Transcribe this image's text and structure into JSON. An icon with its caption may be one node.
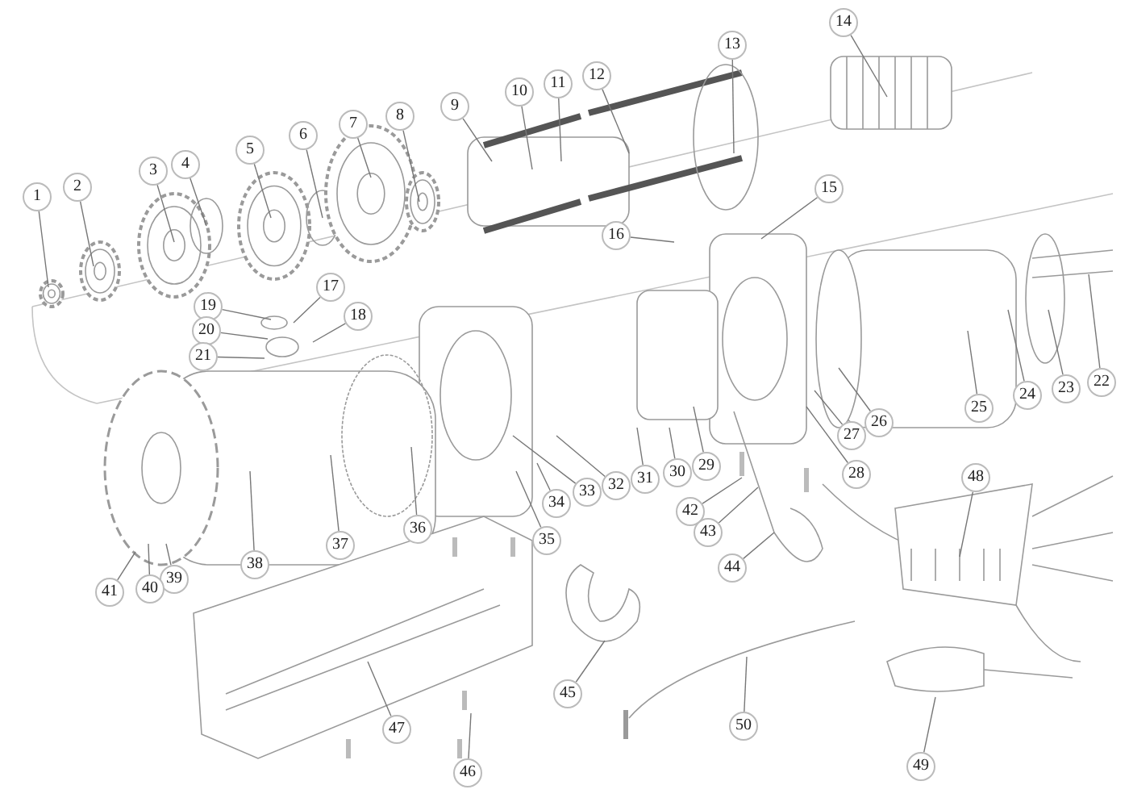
{
  "diagram": {
    "nodes": [
      {
        "text": [
          "1"
        ]
      },
      {
        "text": [
          "2"
        ]
      },
      {
        "text": [
          "3"
        ]
      },
      {
        "text": [
          "4"
        ]
      },
      {
        "text": [
          "5"
        ]
      },
      {
        "text": [
          "6"
        ]
      },
      {
        "text": [
          "7"
        ]
      },
      {
        "text": [
          "8"
        ]
      },
      {
        "text": [
          "9"
        ]
      },
      {
        "text": [
          "10"
        ]
      },
      {
        "text": [
          "11"
        ]
      },
      {
        "text": [
          "12"
        ]
      },
      {
        "text": [
          "13"
        ]
      },
      {
        "text": [
          "14"
        ]
      },
      {
        "text": [
          "15"
        ]
      },
      {
        "text": [
          "16"
        ]
      },
      {
        "text": [
          "17"
        ]
      },
      {
        "text": [
          "18"
        ]
      },
      {
        "text": [
          "19"
        ]
      },
      {
        "text": [
          "20"
        ]
      },
      {
        "text": [
          "21"
        ]
      },
      {
        "text": [
          "22"
        ]
      },
      {
        "text": [
          "23"
        ]
      },
      {
        "text": [
          "24"
        ]
      },
      {
        "text": [
          "25"
        ]
      },
      {
        "text": [
          "26"
        ]
      },
      {
        "text": [
          "27"
        ]
      },
      {
        "text": [
          "28"
        ]
      },
      {
        "text": [
          "29"
        ]
      },
      {
        "text": [
          "30"
        ]
      },
      {
        "text": [
          "31"
        ]
      },
      {
        "text": [
          "32"
        ]
      },
      {
        "text": [
          "33"
        ]
      },
      {
        "text": [
          "34"
        ]
      },
      {
        "text": [
          "35"
        ]
      },
      {
        "text": [
          "36"
        ]
      },
      {
        "text": [
          "37"
        ]
      },
      {
        "text": [
          "38"
        ]
      },
      {
        "text": [
          "39"
        ]
      },
      {
        "text": [
          "40"
        ]
      },
      {
        "text": [
          "41"
        ]
      },
      {
        "text": [
          "42"
        ]
      },
      {
        "text": [
          "43"
        ]
      },
      {
        "text": [
          "44"
        ]
      },
      {
        "text": [
          "45"
        ]
      },
      {
        "text": [
          "46"
        ]
      },
      {
        "text": [
          "47"
        ]
      },
      {
        "text": [
          "48"
        ]
      },
      {
        "text": [
          "49"
        ]
      },
      {
        "text": [
          "50"
        ]
      }
    ],
    "edges": [
      {
        "from": 0,
        "to": null,
        "arrow": "none"
      },
      {
        "from": 1,
        "to": null,
        "arrow": "none"
      },
      {
        "from": 2,
        "to": null,
        "arrow": "none"
      },
      {
        "from": 3,
        "to": null,
        "arrow": "none"
      },
      {
        "from": 4,
        "to": null,
        "arrow": "none"
      },
      {
        "from": 5,
        "to": null,
        "arrow": "none"
      },
      {
        "from": 6,
        "to": null,
        "arrow": "none"
      },
      {
        "from": 7,
        "to": null,
        "arrow": "none"
      },
      {
        "from": 8,
        "to": null,
        "arrow": "none"
      },
      {
        "from": 9,
        "to": null,
        "arrow": "none"
      },
      {
        "from": 10,
        "to": null,
        "arrow": "none"
      },
      {
        "from": 11,
        "to": null,
        "arrow": "none"
      },
      {
        "from": 12,
        "to": null,
        "arrow": "none"
      },
      {
        "from": 13,
        "to": null,
        "arrow": "none"
      },
      {
        "from": 14,
        "to": null,
        "arrow": "none"
      },
      {
        "from": 15,
        "to": null,
        "arrow": "none"
      },
      {
        "from": 16,
        "to": null,
        "arrow": "none"
      },
      {
        "from": 17,
        "to": null,
        "arrow": "none"
      },
      {
        "from": 18,
        "to": null,
        "arrow": "none"
      },
      {
        "from": 19,
        "to": null,
        "arrow": "none"
      },
      {
        "from": 20,
        "to": null,
        "arrow": "none"
      },
      {
        "from": 21,
        "to": null,
        "arrow": "none"
      },
      {
        "from": 22,
        "to": null,
        "arrow": "none"
      },
      {
        "from": 23,
        "to": null,
        "arrow": "none"
      },
      {
        "from": 24,
        "to": null,
        "arrow": "none"
      },
      {
        "from": 25,
        "to": null,
        "arrow": "none"
      },
      {
        "from": 26,
        "to": null,
        "arrow": "none"
      },
      {
        "from": 27,
        "to": null,
        "arrow": "none"
      },
      {
        "from": 28,
        "to": null,
        "arrow": "none"
      },
      {
        "from": 29,
        "to": null,
        "arrow": "none"
      },
      {
        "from": 30,
        "to": null,
        "arrow": "none"
      },
      {
        "from": 31,
        "to": null,
        "arrow": "none"
      },
      {
        "from": 32,
        "to": null,
        "arrow": "none"
      },
      {
        "from": 33,
        "to": null,
        "arrow": "none"
      },
      {
        "from": 34,
        "to": null,
        "arrow": "none"
      },
      {
        "from": 35,
        "to": null,
        "arrow": "none"
      },
      {
        "from": 36,
        "to": null,
        "arrow": "none"
      },
      {
        "from": 37,
        "to": null,
        "arrow": "none"
      },
      {
        "from": 38,
        "to": null,
        "arrow": "none"
      },
      {
        "from": 39,
        "to": null,
        "arrow": "none"
      },
      {
        "from": 40,
        "to": null,
        "arrow": "none"
      },
      {
        "from": 41,
        "to": null,
        "arrow": "none"
      },
      {
        "from": 42,
        "to": null,
        "arrow": "none"
      },
      {
        "from": 43,
        "to": null,
        "arrow": "none"
      },
      {
        "from": 44,
        "to": null,
        "arrow": "none"
      },
      {
        "from": 45,
        "to": null,
        "arrow": "none"
      },
      {
        "from": 46,
        "to": null,
        "arrow": "none"
      },
      {
        "from": 47,
        "to": null,
        "arrow": "none"
      },
      {
        "from": 48,
        "to": null,
        "arrow": "none"
      },
      {
        "from": 49,
        "to": null,
        "arrow": "none"
      }
    ]
  }
}
